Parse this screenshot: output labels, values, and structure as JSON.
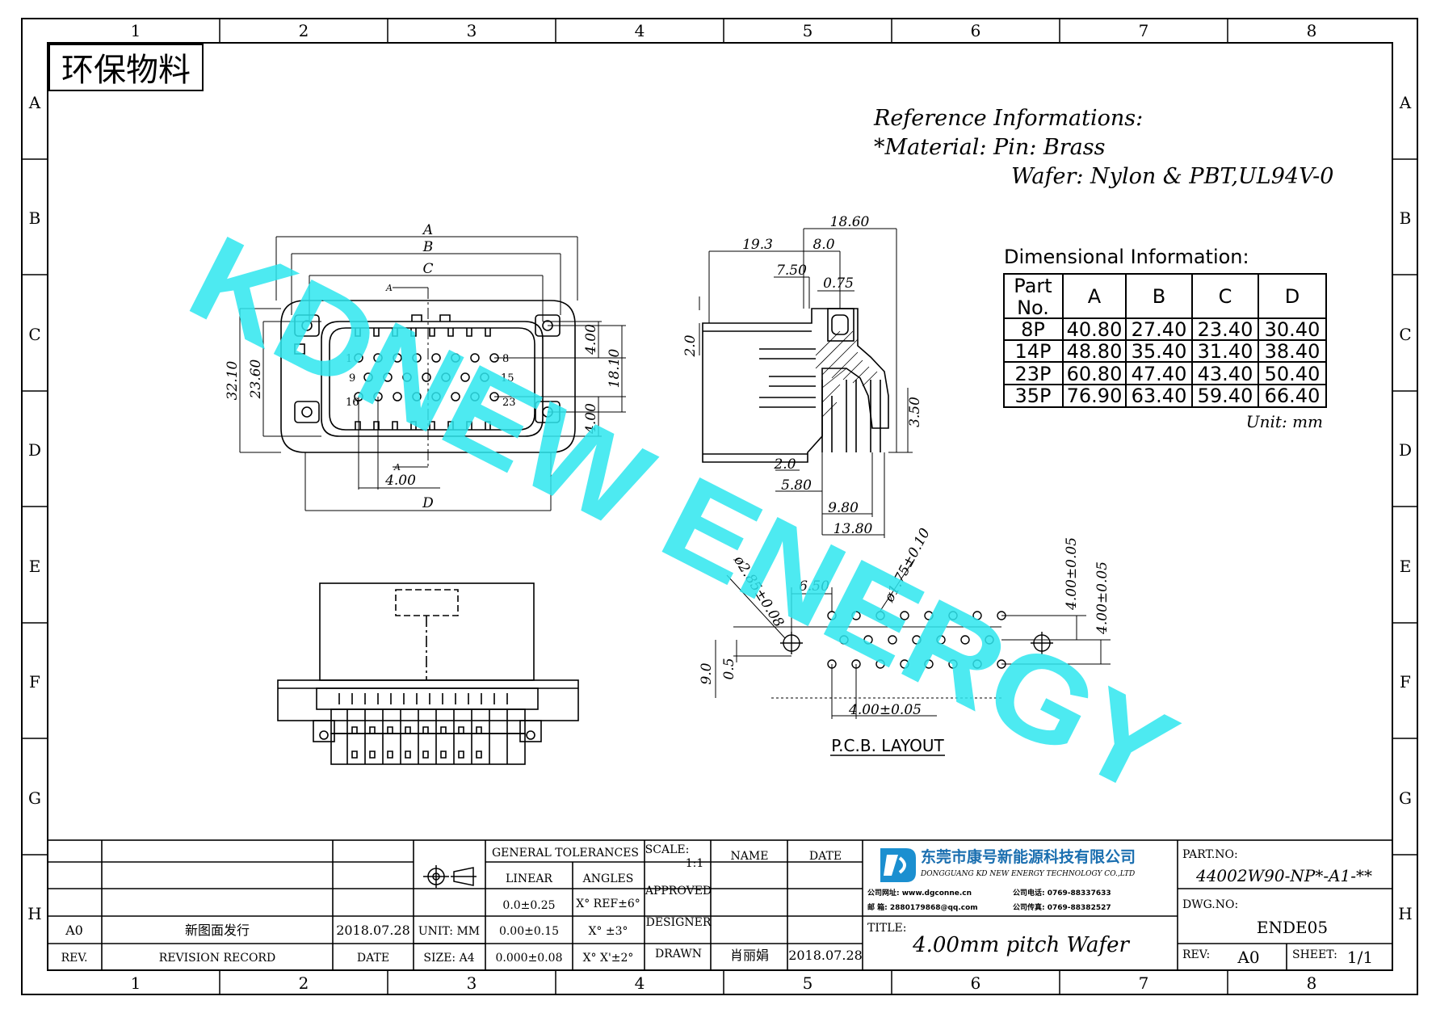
{
  "frame": {
    "cols": [
      "1",
      "2",
      "3",
      "4",
      "5",
      "6",
      "7",
      "8"
    ],
    "rows": [
      "A",
      "B",
      "C",
      "D",
      "E",
      "F",
      "G",
      "H"
    ]
  },
  "env_label": "环保物料",
  "watermark": "KDNEW ENERGY",
  "reference": {
    "line1": "Reference Informations:",
    "line2": "*Material: Pin: Brass",
    "line3": "Wafer: Nylon & PBT,UL94V-0"
  },
  "dim_table": {
    "title": "Dimensional Information:",
    "headers": [
      "Part No.",
      "A",
      "B",
      "C",
      "D"
    ],
    "header_part_line1": "Part",
    "header_part_line2": "No.",
    "rows": [
      [
        "8P",
        "40.80",
        "27.40",
        "23.40",
        "30.40"
      ],
      [
        "14P",
        "48.80",
        "35.40",
        "31.40",
        "38.40"
      ],
      [
        "23P",
        "60.80",
        "47.40",
        "43.40",
        "50.40"
      ],
      [
        "35P",
        "76.90",
        "63.40",
        "59.40",
        "66.40"
      ]
    ],
    "unit": "Unit: mm"
  },
  "front_view": {
    "dim_A": "A",
    "dim_B": "B",
    "dim_C": "C",
    "dim_D": "D",
    "h_outer": "32.10",
    "h_inner": "23.60",
    "r_top": "4.00",
    "r_mid": "18.10",
    "r_bot": "4.00",
    "pitch": "4.00",
    "section": "A",
    "pin_1": "1",
    "pin_8": "8",
    "pin_9": "9",
    "pin_15": "15",
    "pin_16": "16",
    "pin_23": "23"
  },
  "side_view": {
    "d1860": "18.60",
    "d193": "19.3",
    "d80": "8.0",
    "d750": "7.50",
    "d075": "0.75",
    "d20v": "2.0",
    "d350": "3.50",
    "d20": "2.0",
    "d580": "5.80",
    "d980": "9.80",
    "d1380": "13.80"
  },
  "pcb": {
    "title": "P.C.B. LAYOUT",
    "hole_big": "ø2.85±0.08",
    "hole_small": "ø1.75±0.10",
    "d650": "6.50",
    "v1": "4.00±0.05",
    "v2": "4.00±0.05",
    "h1": "4.00±0.05",
    "d90": "9.0",
    "d05": "0.5"
  },
  "title_block": {
    "general_tolerances": "GENERAL TOLERANCES",
    "linear": "LINEAR",
    "angles": "ANGLES",
    "tol_lin1": "0.0±0.25",
    "tol_ang1": "X° REF±6°",
    "tol_lin2": "0.00±0.15",
    "tol_ang2": "X° ±3°",
    "tol_lin3": "0.000±0.08",
    "tol_ang3": "X° X'±2°",
    "unit": "UNIT: MM",
    "size": "SIZE: A4",
    "scale_label": "SCALE:",
    "scale_value": "1:1",
    "name": "NAME",
    "date": "DATE",
    "approved": "APPROVED",
    "designer": "DESIGNER",
    "drawn": "DRAWN",
    "drawn_name": "肖丽娟",
    "drawn_date": "2018.07.28",
    "rev_code": "A0",
    "rev_desc": "新图面发行",
    "rev_date": "2018.07.28",
    "rev_label": "REV.",
    "revision_record": "REVISION RECORD",
    "date_label": "DATE",
    "company_cn": "东莞市康号新能源科技有限公司",
    "company_en": "DONGGUANG KD NEW ENERGY TECHNOLOGY CO.,LTD",
    "company_site": "公司网址: www.dgconne.cn",
    "company_tel": "公司电话: 0769-88337633",
    "company_mail": "邮  箱: 2880179868@qq.com",
    "company_fax": "公司传真: 0769-88382527",
    "title_label": "TITLE:",
    "title_value": "4.00mm pitch Wafer",
    "part_no_label": "PART.NO:",
    "part_no_value": "44002W90-NP*-A1-**",
    "dwg_no_label": "DWG.NO:",
    "dwg_no_value": "ENDE05",
    "rev_block_label": "REV:",
    "rev_block_value": "A0",
    "sheet_label": "SHEET:",
    "sheet_value": "1/1"
  }
}
